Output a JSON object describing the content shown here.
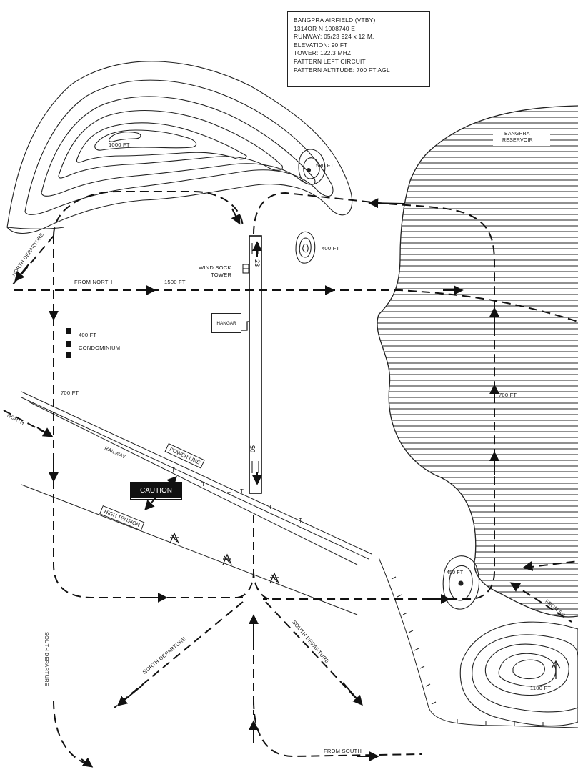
{
  "info": {
    "line1": "BANGPRA AIRFIELD (VTBY)",
    "line2": "1314OR N 1008740 E",
    "line3": "RUNWAY: 05/23  924 x 12 M.",
    "line4": "ELEVATION: 90 FT",
    "line5": "TOWER: 122.3 MHZ",
    "line6": "PATTERN LEFT CIRCUIT",
    "line7": "PATTERN ALTITUDE: 700 FT AGL"
  },
  "labels": {
    "reservoir_1": "BANGPRA",
    "reservoir_2": "RESERVOIR",
    "peak_1000": "1000 FT",
    "peak_580": "580 FT",
    "peak_400": "400 FT",
    "peak_450": "450 FT",
    "peak_1100": "1100 FT",
    "from_north": "FROM NORTH",
    "alt_1500": "1500 FT",
    "windsock": "WIND SOCK",
    "tower": "TOWER",
    "hangar": "HANGAR",
    "condo_alt": "400 FT",
    "condo": "CONDOMINIUM",
    "alt_700_left": "700 FT",
    "alt_700_right": "700 FT",
    "north_departure_top": "NORTH DEPARTURE",
    "north_left": "NORTH",
    "railway": "RAILWAY",
    "power_line": "POWER LINE",
    "caution": "CAUTION",
    "high_tension": "HIGH TENSION",
    "north_departure_bottom": "NORTH DEPARTURE",
    "south_departure_right": "SOUTH DEPARTURE",
    "south_departure_left": "SOUTH DEPARTURE",
    "from_south": "FROM SOUTH",
    "from_south_right": "FROM SO"
  }
}
